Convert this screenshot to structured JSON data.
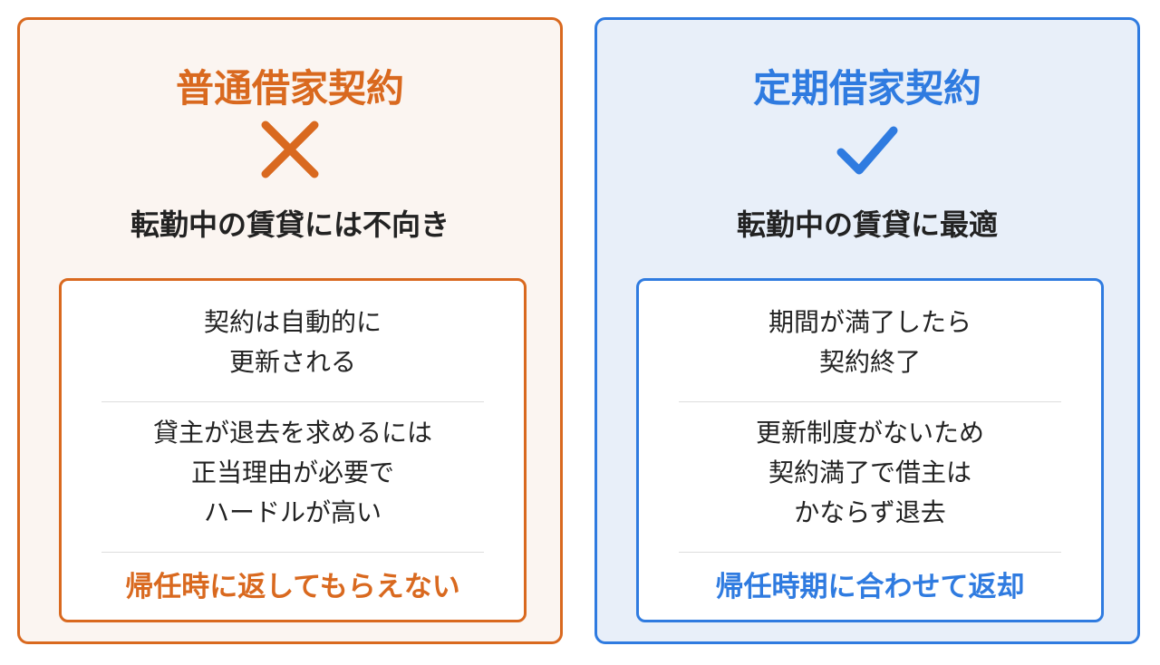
{
  "left": {
    "title": "普通借家契約",
    "icon": "cross-icon",
    "subtitle": "転勤中の賃貸には不向き",
    "point1": [
      "契約は自動的に",
      "更新される"
    ],
    "point2": [
      "貸主が退去を求めるには",
      "正当理由が必要で",
      "ハードルが高い"
    ],
    "conclusion": "帰任時に返してもらえない",
    "color": "#D9691F"
  },
  "right": {
    "title": "定期借家契約",
    "icon": "check-icon",
    "subtitle": "転勤中の賃貸に最適",
    "point1": [
      "期間が満了したら",
      "契約終了"
    ],
    "point2": [
      "更新制度がないため",
      "契約満了で借主は",
      "かならず退去"
    ],
    "conclusion": "帰任時期に合わせて返却",
    "color": "#2F7BE0"
  }
}
